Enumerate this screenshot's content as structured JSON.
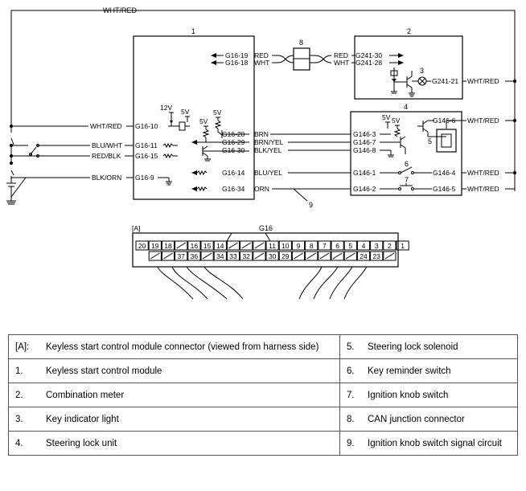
{
  "wires": {
    "top": "WHT/RED",
    "g16_19": "G16-19",
    "g16_19_color": "RED",
    "g16_18": "G16-18",
    "g16_18_color": "WHT",
    "g241_30_color": "RED",
    "g241_30": "G241-30",
    "g241_28_color": "WHT",
    "g241_28": "G241-28",
    "g241_21": "G241-21",
    "g241_21_color": "WHT/RED",
    "left_wht_red": "WHT/RED",
    "g16_10": "G16-10",
    "left_blu_wht": "BLU/WHT",
    "g16_11": "G16-11",
    "left_red_blk": "RED/BLK",
    "g16_15": "G16-15",
    "left_blk_orn": "BLK/ORN",
    "g16_9": "G16-9",
    "g16_20": "G16-20",
    "brn": "BRN",
    "g146_3": "G146-3",
    "g16_29": "G16-29",
    "brn_yel": "BRN/YEL",
    "g146_7": "G146-7",
    "g16_30": "G16-30",
    "blk_yel": "BLK/YEL",
    "g146_8": "G146-8",
    "g16_14": "G16-14",
    "blu_yel": "BLU/YEL",
    "g146_1": "G146-1",
    "g16_34": "G16-34",
    "orn": "ORN",
    "g146_2": "G146-2",
    "g146_6": "G146-6",
    "g146_6_color": "WHT/RED",
    "g146_4": "G146-4",
    "g146_4_color": "WHT/RED",
    "g146_5": "G146-5",
    "g146_5_color": "WHT/RED"
  },
  "volts": {
    "v12": "12V",
    "v5a": "5V",
    "v5b": "5V",
    "v5c": "5V",
    "v5d": "5V",
    "v5e": "5V"
  },
  "numbers": {
    "n1": "1",
    "n2": "2",
    "n3": "3",
    "n4": "4",
    "n5": "5",
    "n6": "6",
    "n7": "7",
    "n8": "8",
    "n9": "9"
  },
  "connector": {
    "tag": "[A]",
    "name": "G16",
    "top_row": [
      "20",
      "19",
      "18",
      "",
      "16",
      "15",
      "14",
      "",
      "",
      "",
      "11",
      "10",
      "9",
      "8",
      "7",
      "6",
      "5",
      "4",
      "3",
      "2",
      "1"
    ],
    "bottom_row": [
      "",
      "",
      "37",
      "36",
      "",
      "34",
      "33",
      "32",
      "",
      "30",
      "29",
      "",
      "",
      "",
      "",
      "",
      "24",
      "23",
      ""
    ]
  },
  "legend": {
    "rows": [
      {
        "lk": "[A]:",
        "lv": "Keyless start control module connector (viewed from harness side)",
        "rk": "5.",
        "rv": "Steering lock solenoid"
      },
      {
        "lk": "1.",
        "lv": "Keyless start control module",
        "rk": "6.",
        "rv": "Key reminder switch"
      },
      {
        "lk": "2.",
        "lv": "Combination meter",
        "rk": "7.",
        "rv": "Ignition knob switch"
      },
      {
        "lk": "3.",
        "lv": "Key indicator light",
        "rk": "8.",
        "rv": "CAN junction connector"
      },
      {
        "lk": "4.",
        "lv": "Steering lock unit",
        "rk": "9.",
        "rv": "Ignition knob switch signal circuit"
      }
    ]
  }
}
